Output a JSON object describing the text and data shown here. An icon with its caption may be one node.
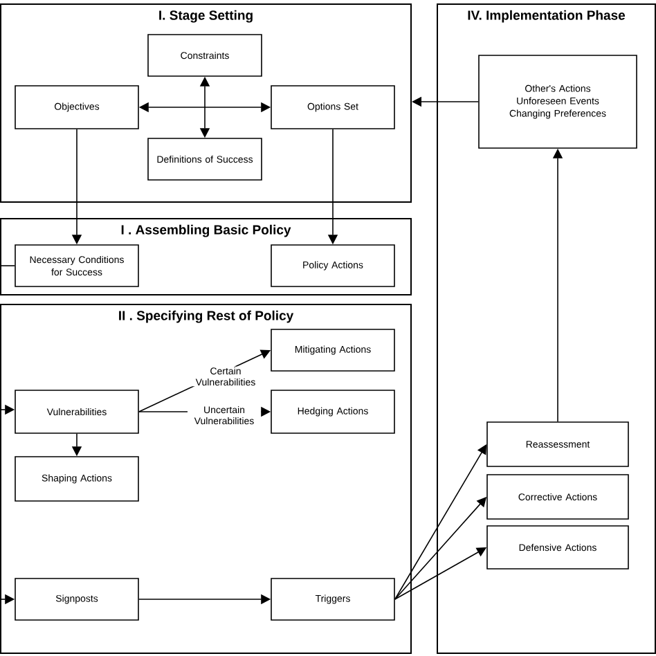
{
  "diagram": {
    "nodes": [
      {
        "text": [
          "I. Stage Setting"
        ]
      },
      {
        "text": [
          "Constraints"
        ],
        "in": 0
      },
      {
        "text": [
          "Objectives"
        ],
        "in": 0
      },
      {
        "text": [
          "Options Set"
        ],
        "in": 0
      },
      {
        "text": [
          "Definitions of Success"
        ],
        "in": 0
      },
      {
        "text": [
          "I . Assembling Basic Policy"
        ]
      },
      {
        "text": [
          "Necessary Conditions for Success"
        ],
        "in": 5
      },
      {
        "text": [
          "Policy Actions"
        ],
        "in": 5
      },
      {
        "text": [
          "II . Specifying Rest of Policy"
        ]
      },
      {
        "text": [
          "Mitigating Actions"
        ],
        "in": 8
      },
      {
        "text": [
          "Vulnerabilities"
        ],
        "in": 8
      },
      {
        "text": [
          "Hedging Actions"
        ],
        "in": 8
      },
      {
        "text": [
          "Shaping Actions"
        ],
        "in": 8
      },
      {
        "text": [
          "Signposts"
        ],
        "in": 8
      },
      {
        "text": [
          "Triggers"
        ],
        "in": 8
      },
      {
        "text": [
          "IV. Implementation Phase"
        ]
      },
      {
        "text": [
          "Other's Actions",
          "Unforeseen Events",
          "Changing Preferences"
        ],
        "in": 15
      },
      {
        "text": [
          "Reassessment"
        ],
        "in": 15
      },
      {
        "text": [
          "Corrective Actions"
        ],
        "in": 15
      },
      {
        "text": [
          "Defensive Actions"
        ],
        "in": 15
      }
    ],
    "edges": [
      {
        "from": 2,
        "to": 3,
        "arrow": "both"
      },
      {
        "from": 1,
        "to": 4,
        "arrow": "both"
      },
      {
        "from": 2,
        "to": 6,
        "arrow": "to"
      },
      {
        "from": 3,
        "to": 7,
        "arrow": "to"
      },
      {
        "from": 16,
        "to": 0,
        "arrow": "to"
      },
      {
        "from": 10,
        "to": 9,
        "arrow": "to",
        "label": "Certain Vulnerabilities"
      },
      {
        "from": 10,
        "to": 11,
        "arrow": "to",
        "label": "Uncertain Vulnerabilities"
      },
      {
        "from": 10,
        "to": 12,
        "arrow": "to"
      },
      {
        "from": 13,
        "to": 14,
        "arrow": "to"
      },
      {
        "from": 14,
        "to": 17,
        "arrow": "to"
      },
      {
        "from": 14,
        "to": 18,
        "arrow": "to"
      },
      {
        "from": 14,
        "to": 19,
        "arrow": "to"
      },
      {
        "from": 17,
        "to": 16,
        "arrow": "to"
      },
      {
        "from": null,
        "to": 10,
        "arrow": "to"
      },
      {
        "from": null,
        "to": 13,
        "arrow": "to"
      },
      {
        "from": 6,
        "to": null,
        "arrow": "none"
      }
    ]
  }
}
